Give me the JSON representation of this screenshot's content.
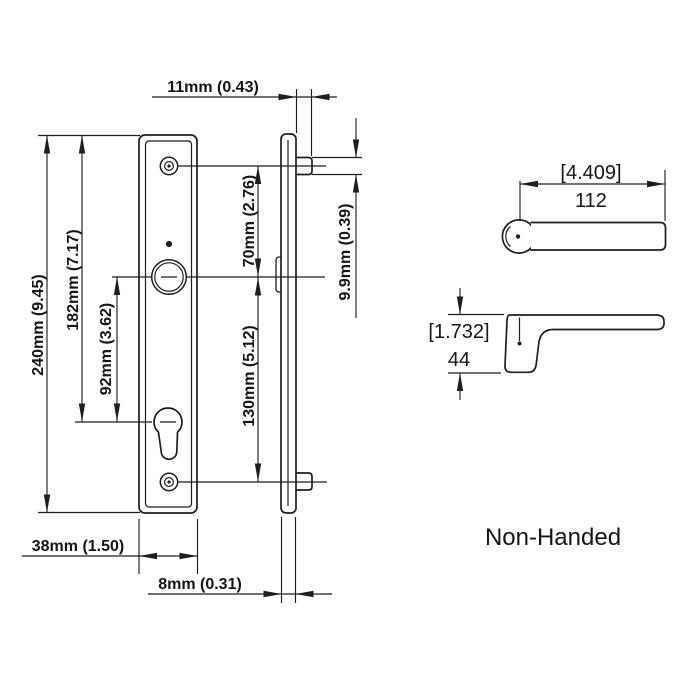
{
  "colors": {
    "line": "#1e1e1e",
    "text": "#161616",
    "background": "#ffffff"
  },
  "plate_front_view": {
    "dim_overall_height": "240mm (9.45)",
    "dim_top_to_cylinder": "182mm (7.17)",
    "dim_handle_to_cylinder": "92mm (3.62)",
    "dim_top_screw_to_handle": "70mm (2.76)",
    "dim_handle_to_bottom_screw": "130mm (5.12)",
    "dim_plate_width": "38mm (1.50)"
  },
  "plate_side_view": {
    "dim_lug_projection": "11mm (0.43)",
    "dim_lug_diameter": "9.9mm (0.39)",
    "dim_plate_thickness": "8mm (0.31)"
  },
  "lever_top_view": {
    "dim_length_inches": "[4.409]",
    "dim_length_mm": "112"
  },
  "lever_front_view": {
    "dim_height_inches": "[1.732]",
    "dim_height_mm": "44"
  },
  "handing_note": "Non-Handed"
}
